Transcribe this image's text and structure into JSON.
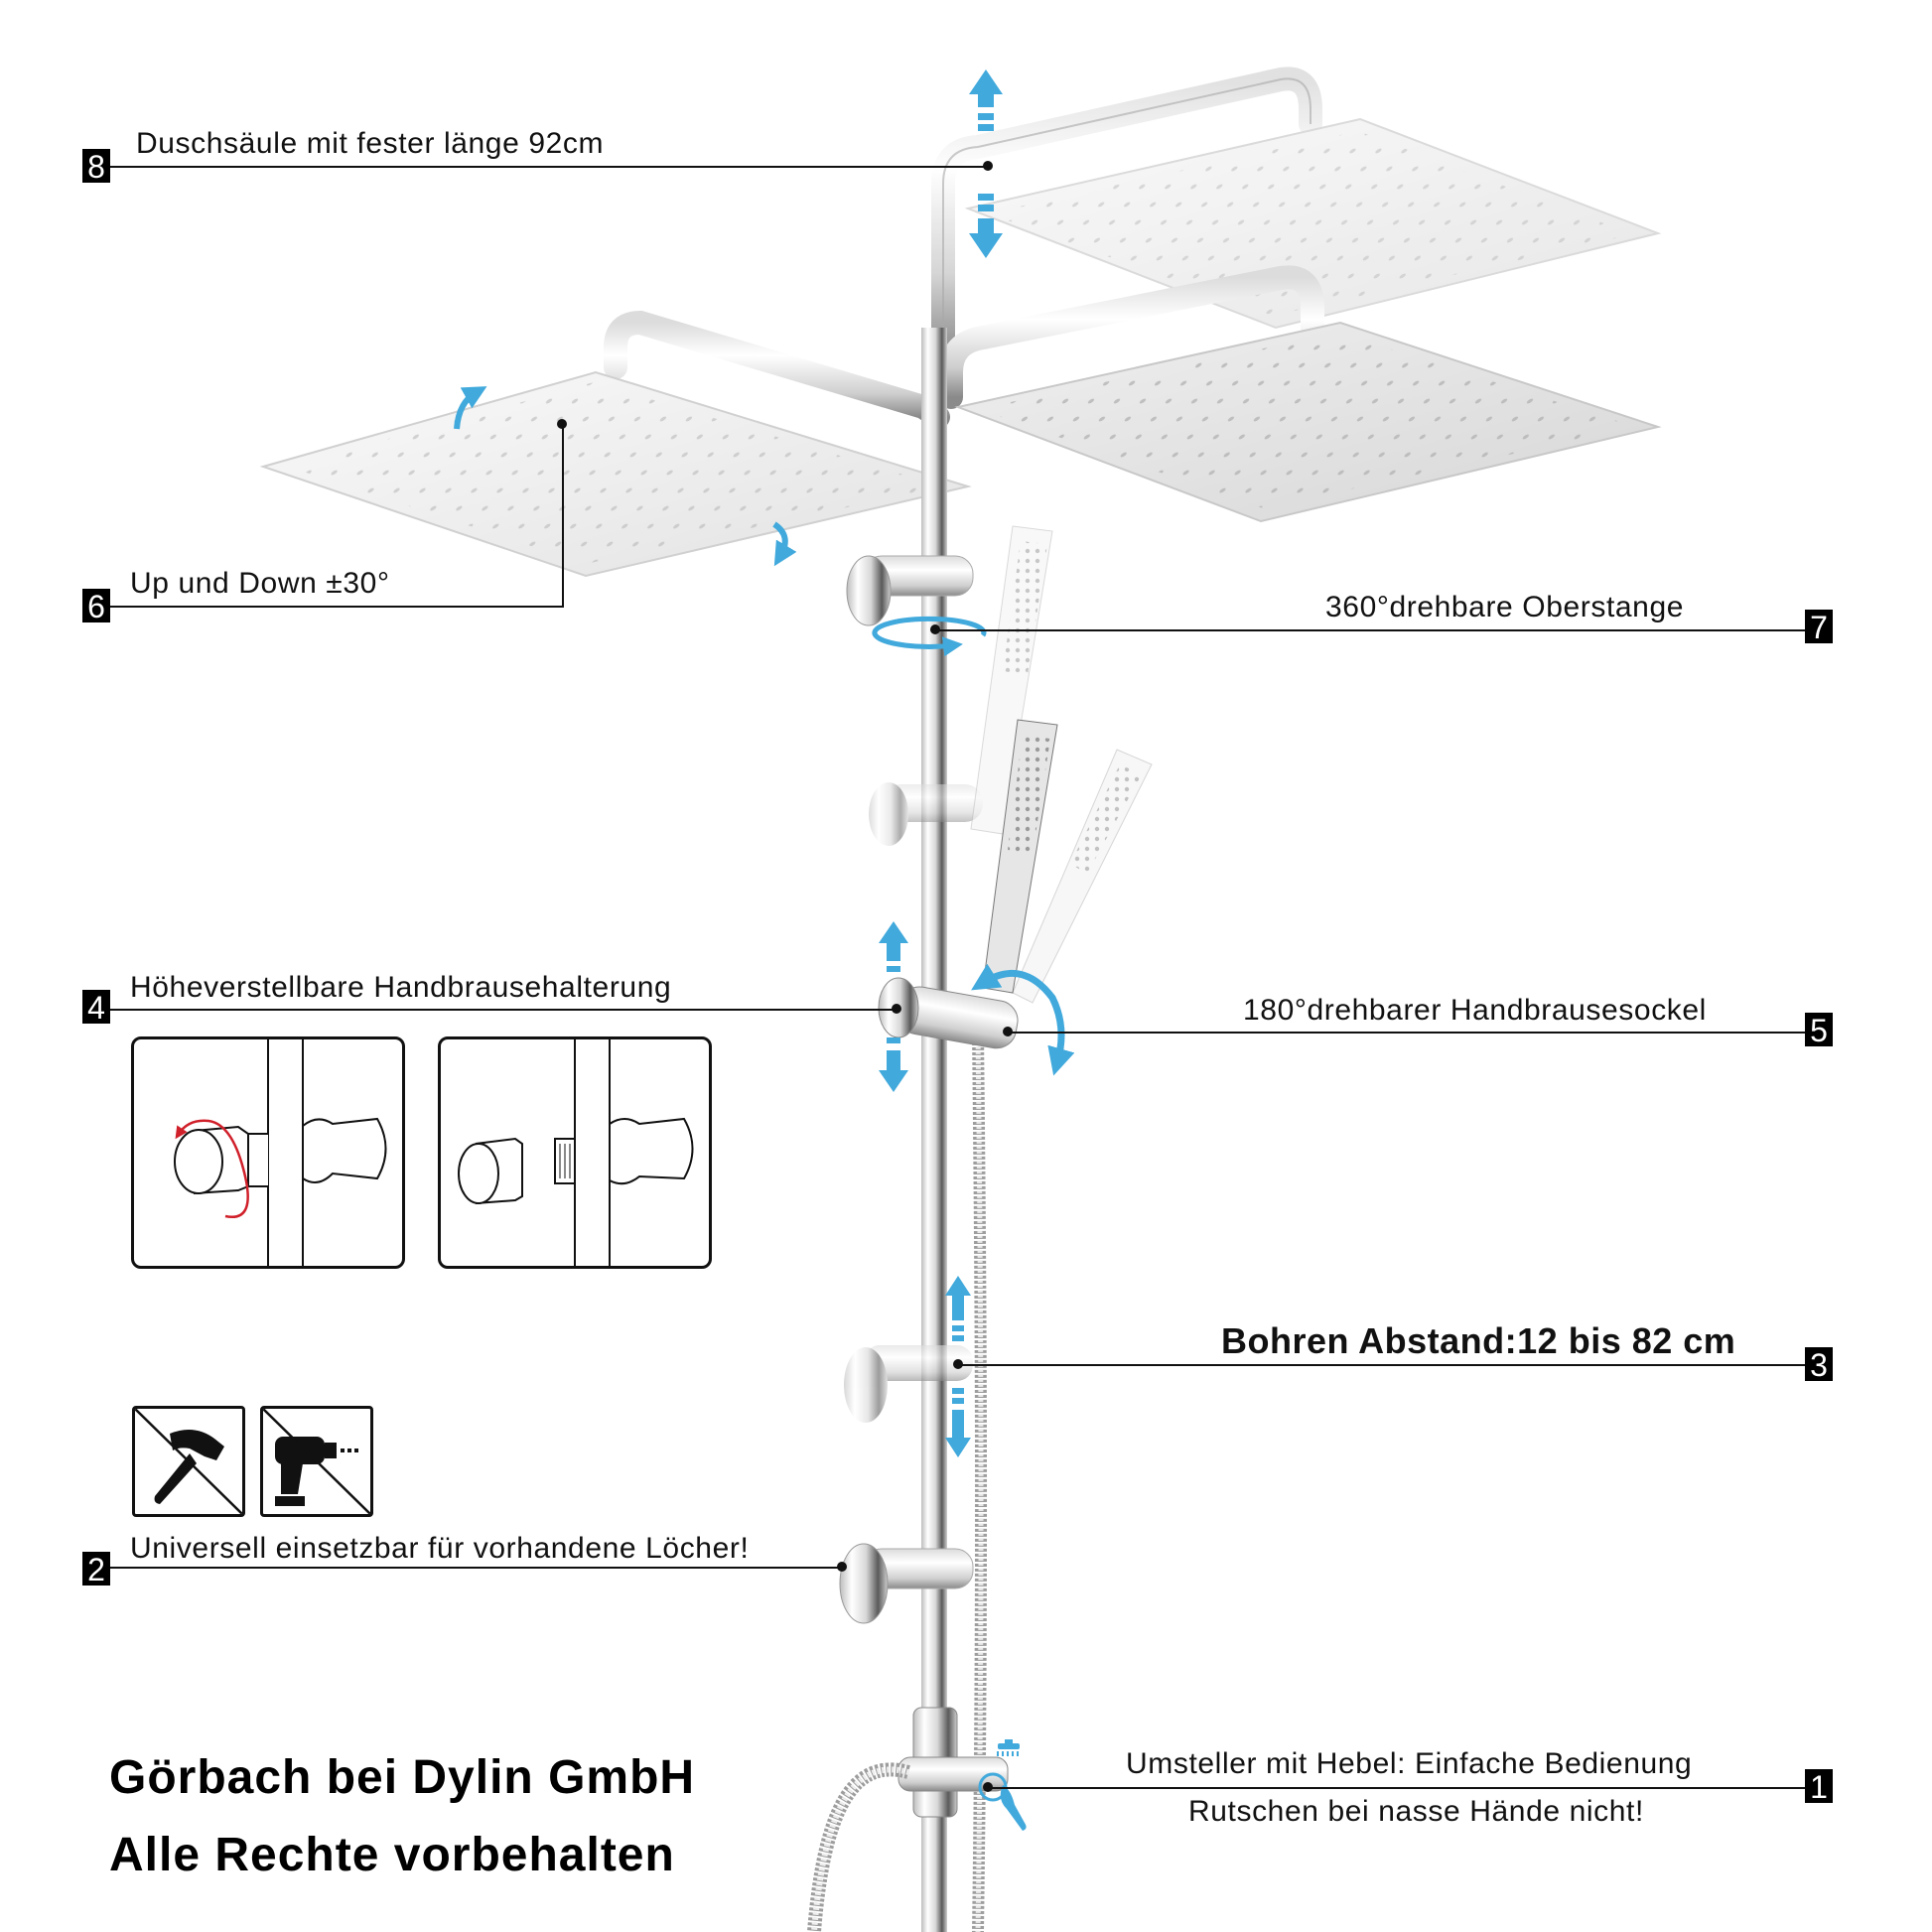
{
  "callouts": {
    "c8": {
      "number": "8",
      "text": "Duschsäule mit fester länge 92cm"
    },
    "c6": {
      "number": "6",
      "text": "Up und Down ±30°"
    },
    "c7": {
      "number": "7",
      "text": "360°drehbare Oberstange"
    },
    "c4": {
      "number": "4",
      "text": "Höheverstellbare Handbrausehalterung"
    },
    "c5": {
      "number": "5",
      "text": "180°drehbarer Handbrausesockel"
    },
    "c3": {
      "number": "3",
      "text": "Bohren Abstand:12 bis 82 cm"
    },
    "c2": {
      "number": "2",
      "text": "Universell einsetzbar für vorhandene Löcher!"
    },
    "c1": {
      "number": "1",
      "text": "Umsteller mit Hebel: Einfache Bedienung",
      "subtext": "Rutschen bei nasse Hände nicht!"
    }
  },
  "brand": {
    "line1": "Görbach bei Dylin GmbH",
    "line2": "Alle Rechte vorbehalten"
  },
  "icons": {
    "no_hammer": "no-hammer-icon",
    "no_drill": "no-drill-icon"
  },
  "colors": {
    "accent_arrow": "#41a9dc",
    "rotation_red": "#d0202a",
    "chrome_light": "#f2f2f2",
    "chrome_dark": "#9a9a9a",
    "text": "#111111"
  }
}
